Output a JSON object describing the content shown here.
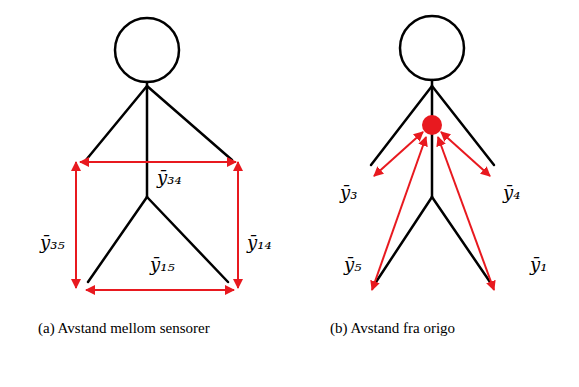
{
  "diagram": {
    "labels": [
      "ȳ₃₄",
      "ȳ₃₅",
      "ȳ₁₄",
      "ȳ₁₅",
      "(a) Avstand mellom sensorer",
      "ȳ₃",
      "ȳ₄",
      "ȳ₅",
      "ȳ₁",
      "(b) Avstand fra origo"
    ]
  }
}
